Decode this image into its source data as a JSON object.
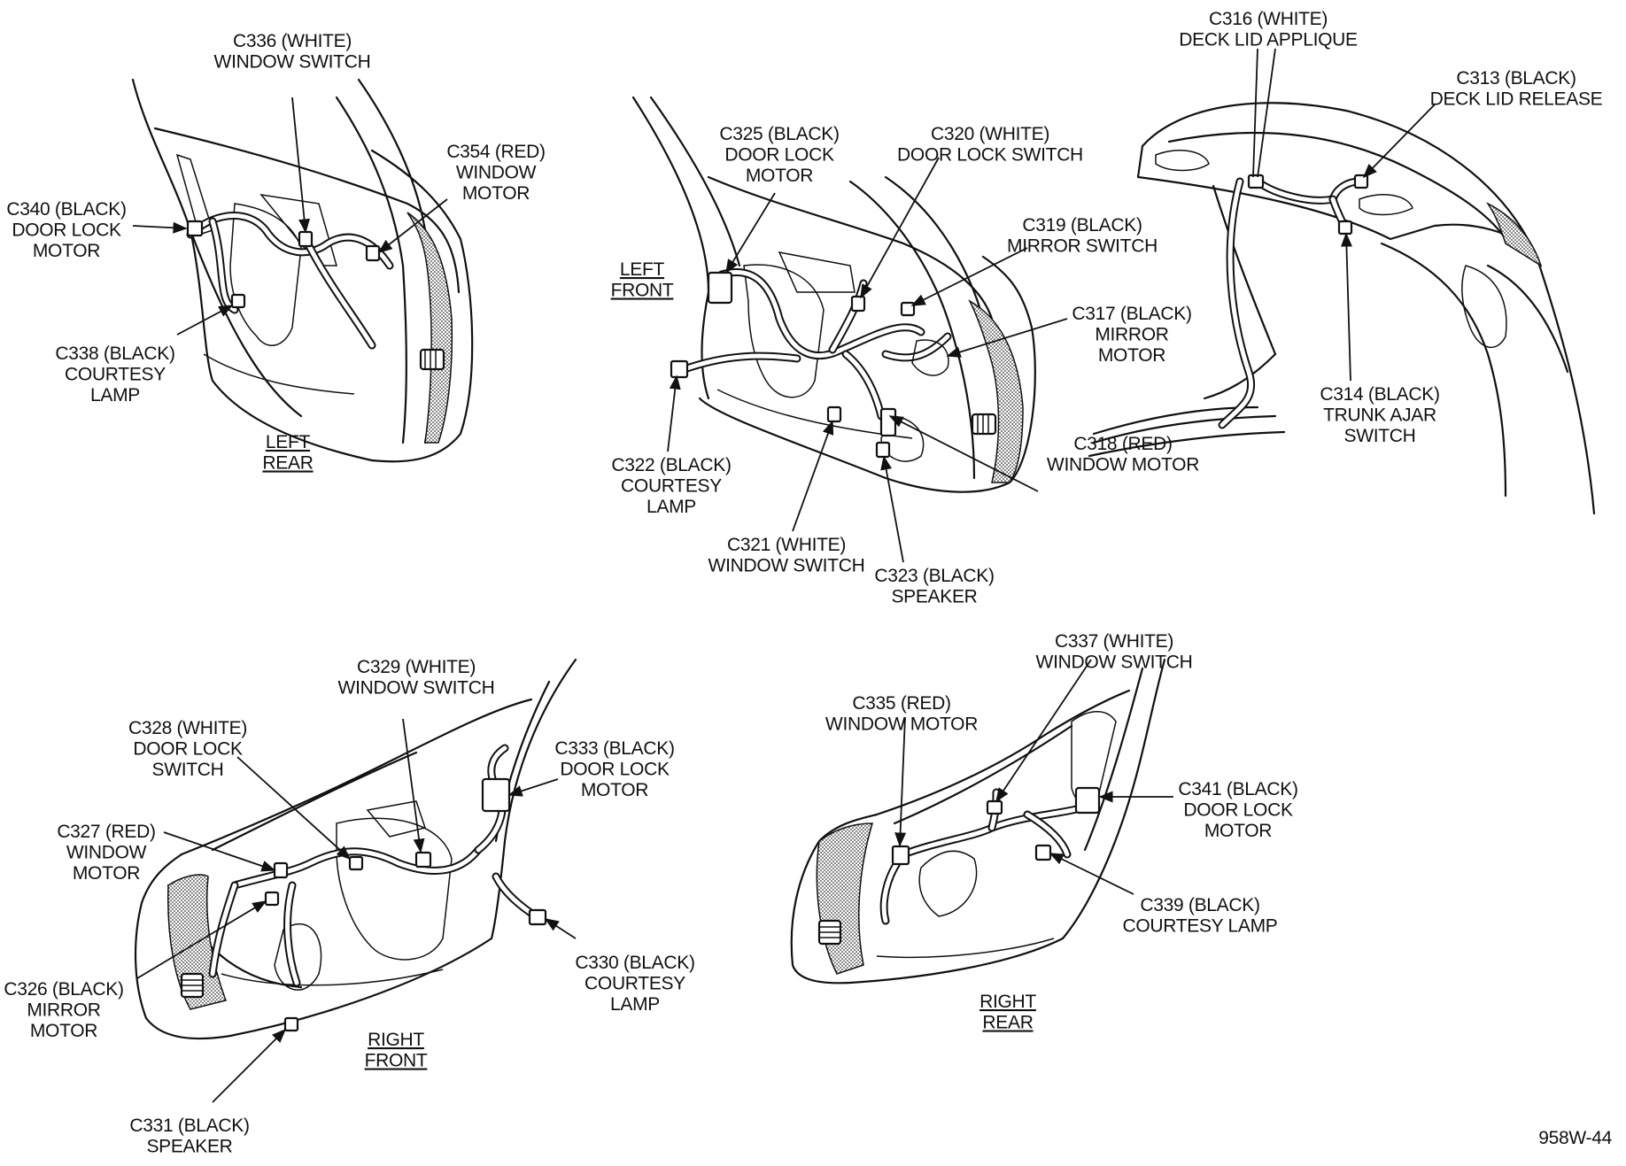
{
  "figure_id": "958W-44",
  "views": [
    {
      "key": "left_rear",
      "title": [
        "LEFT",
        "REAR"
      ]
    },
    {
      "key": "left_front",
      "title": [
        "LEFT",
        "FRONT"
      ]
    },
    {
      "key": "right_front",
      "title": [
        "RIGHT",
        "FRONT"
      ]
    },
    {
      "key": "right_rear",
      "title": [
        "RIGHT",
        "REAR"
      ]
    }
  ],
  "callouts": [
    {
      "id": "c336",
      "view": "left_rear",
      "lines": [
        "C336 (WHITE)",
        "WINDOW SWITCH"
      ]
    },
    {
      "id": "c354",
      "view": "left_rear",
      "lines": [
        "C354 (RED)",
        "WINDOW",
        "MOTOR"
      ]
    },
    {
      "id": "c340",
      "view": "left_rear",
      "lines": [
        "C340 (BLACK)",
        "DOOR LOCK",
        "MOTOR"
      ]
    },
    {
      "id": "c338",
      "view": "left_rear",
      "lines": [
        "C338 (BLACK)",
        "COURTESY",
        "LAMP"
      ]
    },
    {
      "id": "c325",
      "view": "left_front",
      "lines": [
        "C325 (BLACK)",
        "DOOR LOCK",
        "MOTOR"
      ]
    },
    {
      "id": "c320",
      "view": "left_front",
      "lines": [
        "C320 (WHITE)",
        "DOOR LOCK SWITCH"
      ]
    },
    {
      "id": "c319",
      "view": "left_front",
      "lines": [
        "C319 (BLACK)",
        "MIRROR SWITCH"
      ]
    },
    {
      "id": "c317",
      "view": "left_front",
      "lines": [
        "C317 (BLACK)",
        "MIRROR",
        "MOTOR"
      ]
    },
    {
      "id": "c322",
      "view": "left_front",
      "lines": [
        "C322 (BLACK)",
        "COURTESY",
        "LAMP"
      ]
    },
    {
      "id": "c318",
      "view": "left_front",
      "lines": [
        "C318 (RED)",
        "WINDOW MOTOR"
      ]
    },
    {
      "id": "c321",
      "view": "left_front",
      "lines": [
        "C321 (WHITE)",
        "WINDOW SWITCH"
      ]
    },
    {
      "id": "c323",
      "view": "left_front",
      "lines": [
        "C323 (BLACK)",
        "SPEAKER"
      ]
    },
    {
      "id": "c316",
      "view": "trunk",
      "lines": [
        "C316 (WHITE)",
        "DECK LID APPLIQUE"
      ]
    },
    {
      "id": "c313",
      "view": "trunk",
      "lines": [
        "C313 (BLACK)",
        "DECK LID RELEASE"
      ]
    },
    {
      "id": "c314",
      "view": "trunk",
      "lines": [
        "C314 (BLACK)",
        "TRUNK AJAR",
        "SWITCH"
      ]
    },
    {
      "id": "c329",
      "view": "right_front",
      "lines": [
        "C329 (WHITE)",
        "WINDOW SWITCH"
      ]
    },
    {
      "id": "c328",
      "view": "right_front",
      "lines": [
        "C328 (WHITE)",
        "DOOR LOCK",
        "SWITCH"
      ]
    },
    {
      "id": "c333",
      "view": "right_front",
      "lines": [
        "C333 (BLACK)",
        "DOOR LOCK",
        "MOTOR"
      ]
    },
    {
      "id": "c327",
      "view": "right_front",
      "lines": [
        "C327 (RED)",
        "WINDOW",
        "MOTOR"
      ]
    },
    {
      "id": "c326",
      "view": "right_front",
      "lines": [
        "C326 (BLACK)",
        "MIRROR",
        "MOTOR"
      ]
    },
    {
      "id": "c330",
      "view": "right_front",
      "lines": [
        "C330 (BLACK)",
        "COURTESY",
        "LAMP"
      ]
    },
    {
      "id": "c331",
      "view": "right_front",
      "lines": [
        "C331 (BLACK)",
        "SPEAKER"
      ]
    },
    {
      "id": "c337",
      "view": "right_rear",
      "lines": [
        "C337 (WHITE)",
        "WINDOW SWITCH"
      ]
    },
    {
      "id": "c335",
      "view": "right_rear",
      "lines": [
        "C335 (RED)",
        "WINDOW MOTOR"
      ]
    },
    {
      "id": "c341",
      "view": "right_rear",
      "lines": [
        "C341 (BLACK)",
        "DOOR LOCK",
        "MOTOR"
      ]
    },
    {
      "id": "c339",
      "view": "right_rear",
      "lines": [
        "C339 (BLACK)",
        "COURTESY LAMP"
      ]
    }
  ]
}
